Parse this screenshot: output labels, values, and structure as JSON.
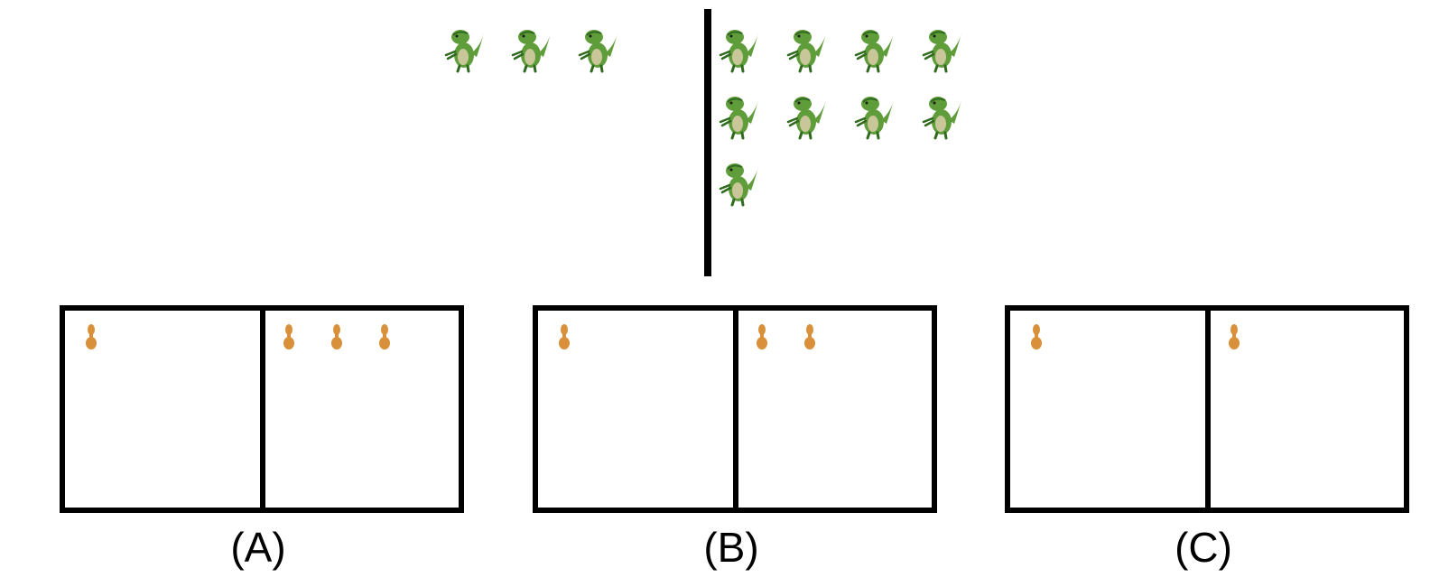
{
  "question": {
    "left_group": {
      "count": 3,
      "item_icon": "dinosaur-icon"
    },
    "right_group": {
      "count": 9,
      "item_icon": "dinosaur-icon"
    }
  },
  "options": [
    {
      "label": "(A)",
      "left_count": 1,
      "right_count": 3,
      "item_icon": "acorn-icon"
    },
    {
      "label": "(B)",
      "left_count": 1,
      "right_count": 2,
      "item_icon": "acorn-icon"
    },
    {
      "label": "(C)",
      "left_count": 1,
      "right_count": 1,
      "item_icon": "acorn-icon"
    }
  ],
  "colors": {
    "dino_green": "#5f9c3a",
    "dino_dark": "#2f6a1e",
    "dino_belly": "#c9c79a",
    "acorn": "#d9903a",
    "line": "#000000"
  }
}
